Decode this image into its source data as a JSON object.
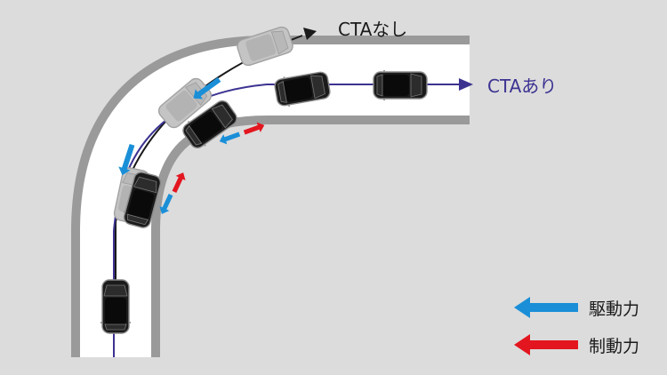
{
  "labels": {
    "without_cta": "CTAなし",
    "with_cta": "CTAあり"
  },
  "legend": {
    "drive_force": "駆動力",
    "braking_force": "制動力"
  },
  "colors": {
    "background": "#dcdcdc",
    "road_edge": "#9a9a9a",
    "road_surface": "#ffffff",
    "path_without_cta": "#1a1a1a",
    "path_with_cta": "#3c3391",
    "with_cta_label": "#3c3391",
    "drive_force_arrow": "#1a8fd8",
    "braking_force_arrow": "#e3161f",
    "car_body": "#1b1b1b",
    "car_ghost": "#c4c4c4"
  },
  "icons": {
    "drive_force": "blue-arrow-left-icon",
    "braking_force": "red-arrow-left-icon",
    "car": "car-topview-icon"
  }
}
